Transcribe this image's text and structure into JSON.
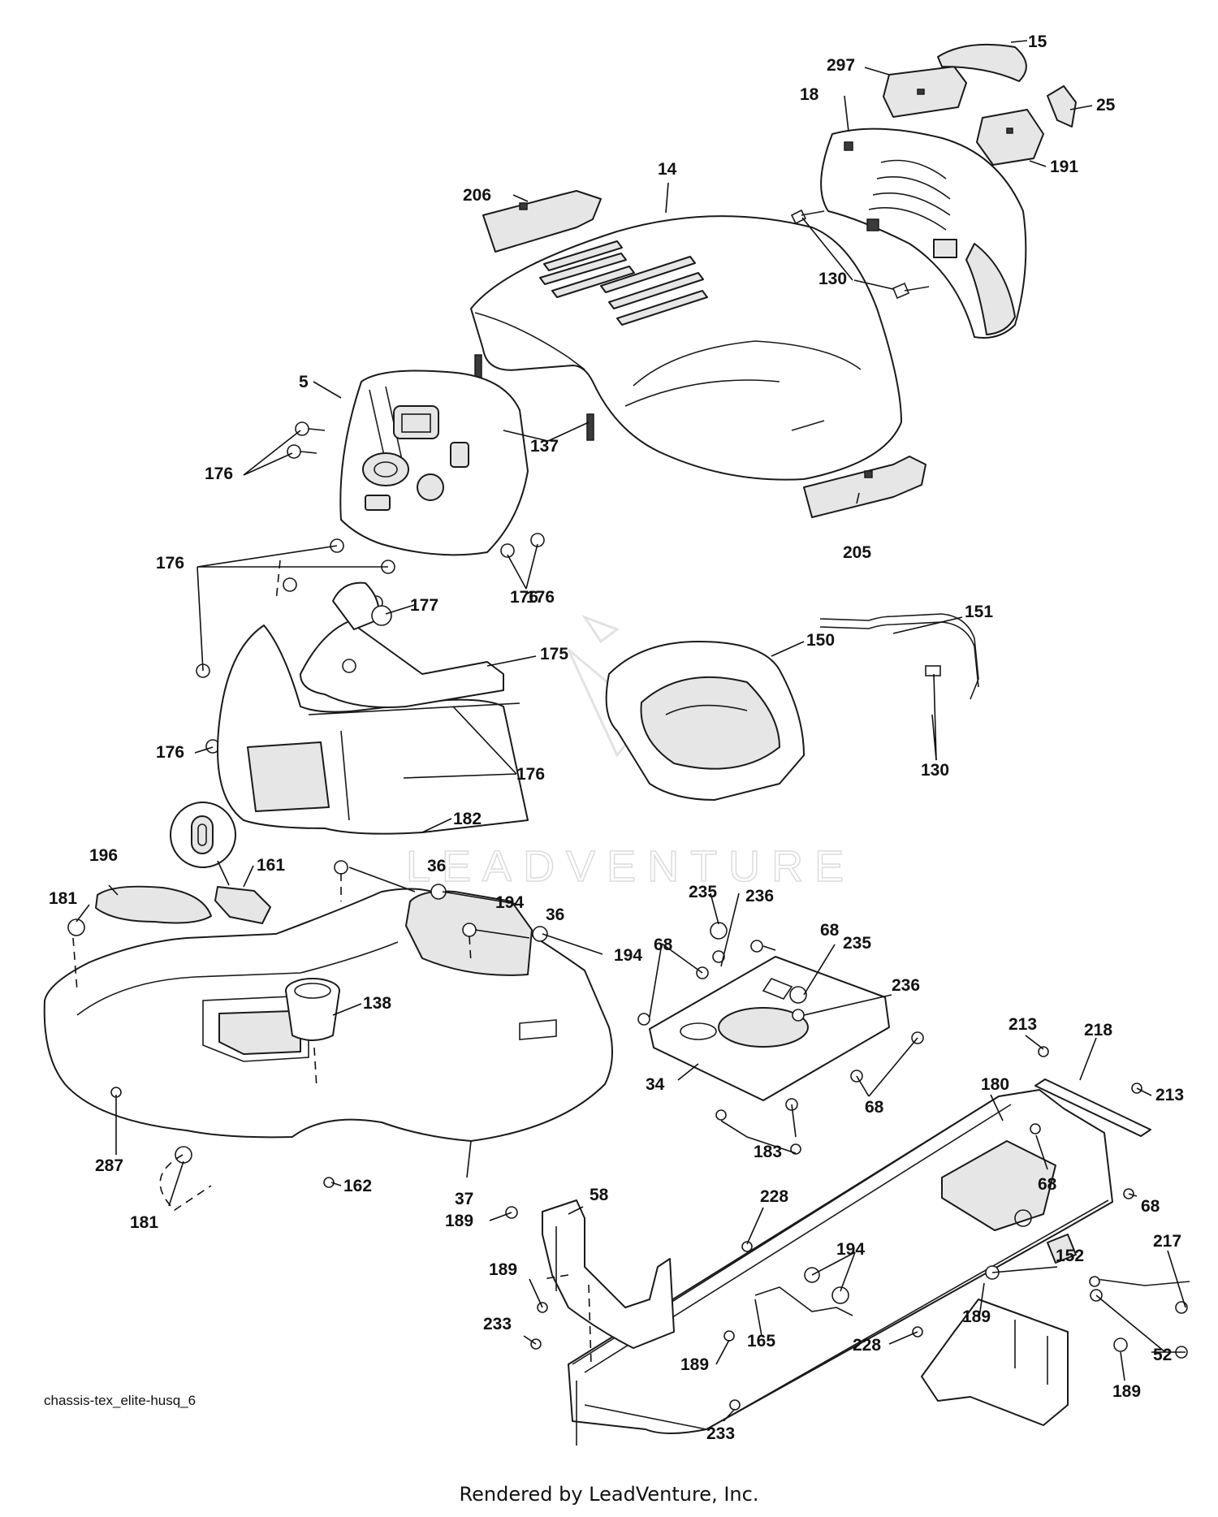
{
  "diagram": {
    "drawing_id": "chassis-tex_elite-husq_6",
    "credit": "Rendered by LeadVenture, Inc.",
    "watermark_text": "LEADVENTURE",
    "callouts": [
      "15",
      "297",
      "18",
      "25",
      "191",
      "14",
      "206",
      "130",
      "5",
      "137",
      "176",
      "176",
      "205",
      "176",
      "176",
      "177",
      "151",
      "175",
      "150",
      "176",
      "176",
      "130",
      "182",
      "161",
      "196",
      "36",
      "181",
      "194",
      "36",
      "194",
      "138",
      "235",
      "236",
      "68",
      "68",
      "235",
      "236",
      "213",
      "218",
      "34",
      "68",
      "213",
      "287",
      "180",
      "183",
      "68",
      "68",
      "37",
      "181",
      "162",
      "58",
      "228",
      "189",
      "194",
      "217",
      "152",
      "189",
      "189",
      "233",
      "165",
      "228",
      "189",
      "52",
      "189",
      "233"
    ]
  }
}
